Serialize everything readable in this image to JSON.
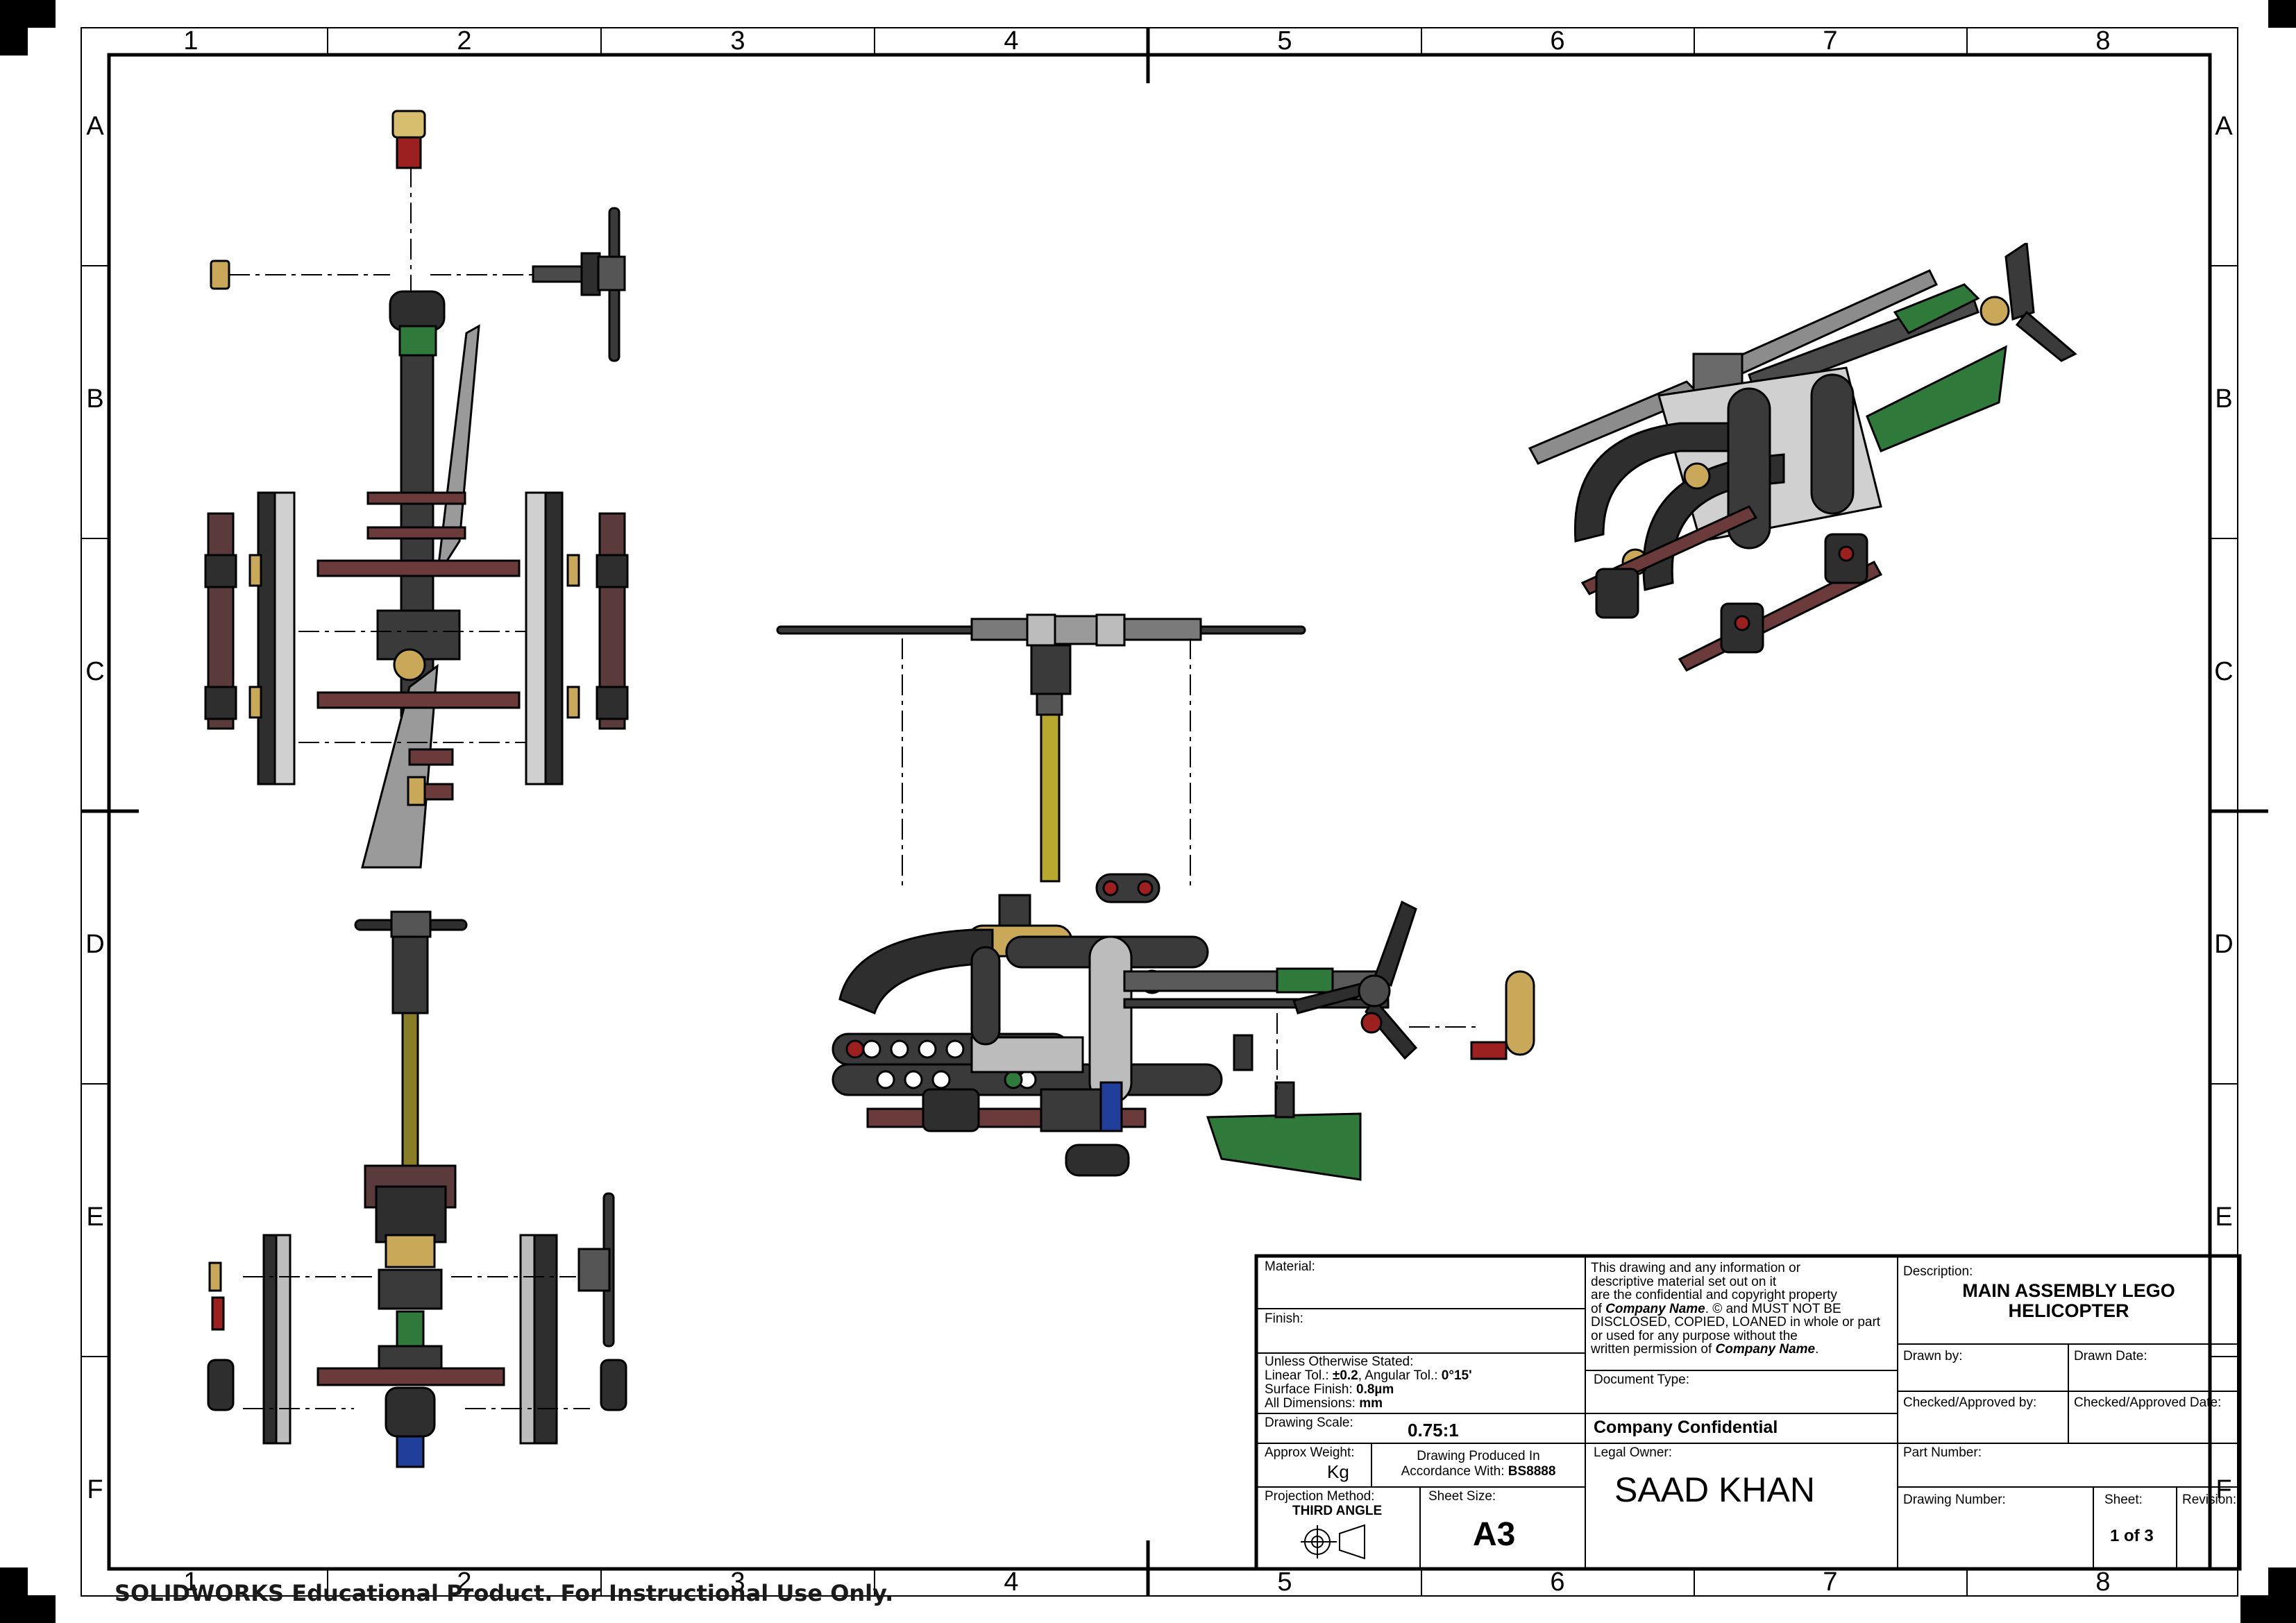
{
  "zones": {
    "columns": [
      "1",
      "2",
      "3",
      "4",
      "5",
      "6",
      "7",
      "8"
    ],
    "rows": [
      "A",
      "B",
      "C",
      "D",
      "E",
      "F"
    ]
  },
  "title_block": {
    "material_label": "Material:",
    "finish_label": "Finish:",
    "unless_stated": "Unless Otherwise Stated:",
    "linear_tol_label": "Linear Tol.: ",
    "linear_tol_value": "±0.2",
    "angular_tol_label": ", Angular Tol.: ",
    "angular_tol_value": "0°15'",
    "surface_finish_label": "Surface Finish: ",
    "surface_finish_value": "0.8µm",
    "all_dimensions_label": "All Dimensions: ",
    "all_dimensions_value": "mm",
    "drawing_scale_label": "Drawing Scale:",
    "drawing_scale_value": "0.75:1",
    "approx_weight_label": "Approx Weight:",
    "approx_weight_unit": "Kg",
    "produced_in_line1": "Drawing Produced In",
    "produced_in_line2": "Accordance With: ",
    "produced_in_standard": "BS8888",
    "projection_label": "Projection Method:",
    "projection_value": "THIRD ANGLE",
    "sheet_size_label": "Sheet Size:",
    "sheet_size_value": "A3",
    "confidential_l1": "This drawing and any information or",
    "confidential_l2": "descriptive material set out on it",
    "confidential_l3": "are the confidential and copyright property",
    "confidential_l4a": "of ",
    "confidential_l4b": "Company Name",
    "confidential_l4c": ". © and MUST NOT BE",
    "confidential_l5": "DISCLOSED, COPIED, LOANED in whole or part",
    "confidential_l6": "or used for any purpose without the",
    "confidential_l7a": "written permission of ",
    "confidential_l7b": "Company Name",
    "confidential_l7c": ".",
    "document_type_label": "Document Type:",
    "company_confidential": "Company Confidential",
    "legal_owner_label": "Legal Owner:",
    "legal_owner_value": "SAAD KHAN",
    "description_label": "Description:",
    "description_line1": "MAIN ASSEMBLY LEGO",
    "description_line2": "HELICOPTER",
    "drawn_by_label": "Drawn by:",
    "drawn_date_label": "Drawn Date:",
    "checked_by_label": "Checked/Approved by:",
    "checked_date_label": "Checked/Approved Date:",
    "part_number_label": "Part Number:",
    "drawing_number_label": "Drawing Number:",
    "sheet_label": "Sheet:",
    "sheet_value": "1 of 3",
    "revision_label": "Revision:"
  },
  "watermark": "SOLIDWORKS Educational Product. For Instructional Use Only.",
  "colors": {
    "part_dark": "#2e2e2e",
    "part_grey": "#8c8c8c",
    "part_light": "#cfcfcf",
    "axle_brown": "#6b3a3a",
    "tan": "#c9a85a",
    "green": "#2f7a3a",
    "yellow": "#b8a830",
    "red": "#9c2020",
    "blue": "#1f3f9a"
  }
}
